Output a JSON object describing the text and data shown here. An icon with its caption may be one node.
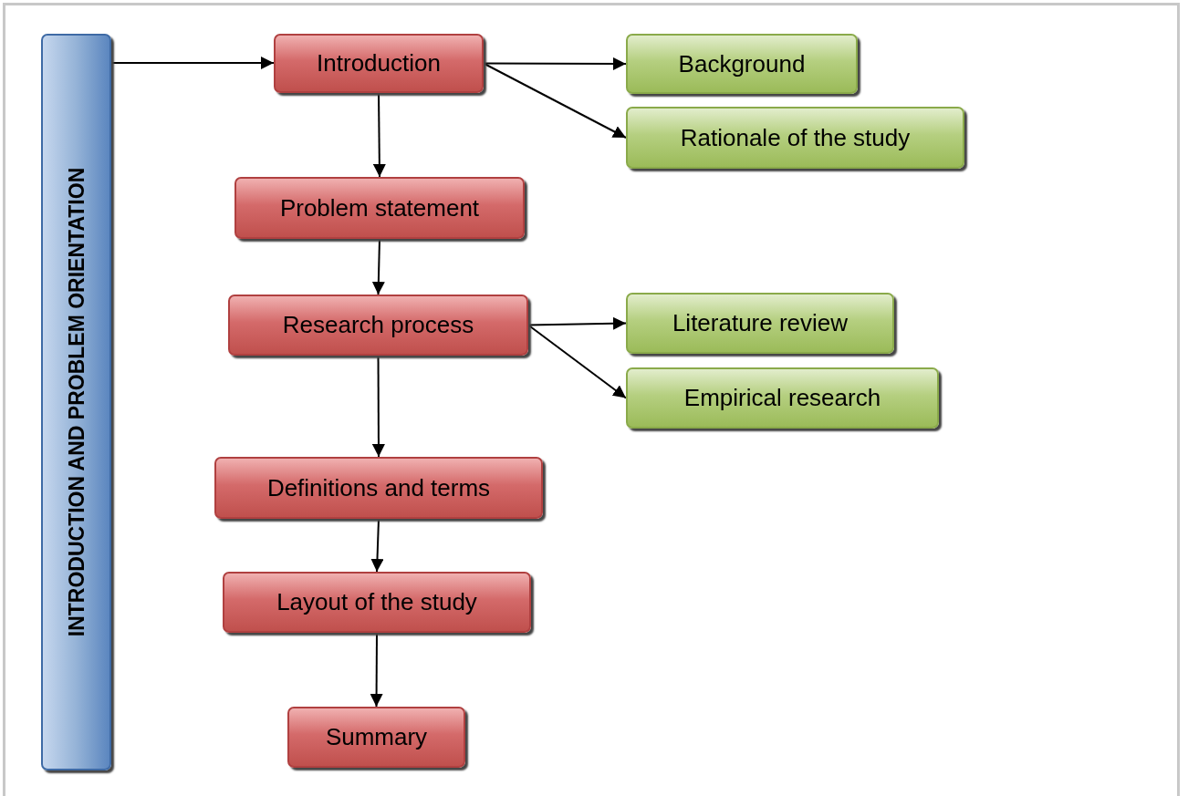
{
  "diagram": {
    "nodes": [
      {
        "text": [
          "INTRODUCTION AND PROBLEM ORIENTATION"
        ]
      },
      {
        "text": [
          "Introduction"
        ]
      },
      {
        "text": [
          "Background"
        ]
      },
      {
        "text": [
          "Rationale of the study"
        ]
      },
      {
        "text": [
          "Problem statement"
        ]
      },
      {
        "text": [
          "Research process"
        ]
      },
      {
        "text": [
          "Literature review"
        ]
      },
      {
        "text": [
          "Empirical research"
        ]
      },
      {
        "text": [
          "Definitions and terms"
        ]
      },
      {
        "text": [
          "Layout of the study"
        ]
      },
      {
        "text": [
          "Summary"
        ]
      }
    ],
    "edges": [
      {
        "from": 0,
        "to": 1,
        "arrow": "to"
      },
      {
        "from": 1,
        "to": 2,
        "arrow": "to"
      },
      {
        "from": 1,
        "to": 3,
        "arrow": "to"
      },
      {
        "from": 1,
        "to": 4,
        "arrow": "to"
      },
      {
        "from": 4,
        "to": 5,
        "arrow": "to"
      },
      {
        "from": 5,
        "to": 6,
        "arrow": "to"
      },
      {
        "from": 5,
        "to": 7,
        "arrow": "to"
      },
      {
        "from": 5,
        "to": 8,
        "arrow": "to"
      },
      {
        "from": 8,
        "to": 9,
        "arrow": "to"
      },
      {
        "from": 9,
        "to": 10,
        "arrow": "to"
      }
    ]
  }
}
